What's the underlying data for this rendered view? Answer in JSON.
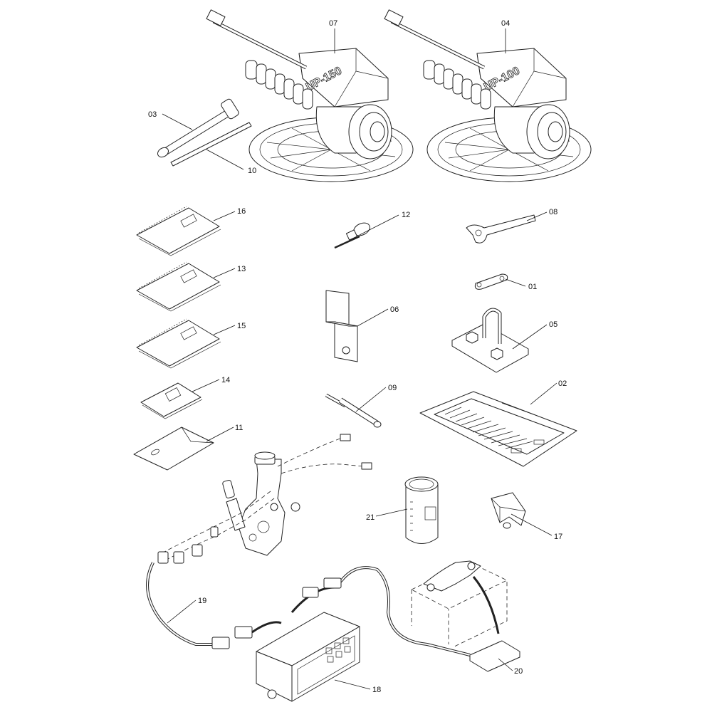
{
  "diagram": {
    "parts": [
      {
        "id": "p07",
        "number": "07",
        "brand_text": "UP-150"
      },
      {
        "id": "p04",
        "number": "04",
        "brand_text": "UP-100"
      },
      {
        "id": "p03",
        "number": "03"
      },
      {
        "id": "p10",
        "number": "10"
      },
      {
        "id": "p16",
        "number": "16"
      },
      {
        "id": "p12",
        "number": "12"
      },
      {
        "id": "p08",
        "number": "08"
      },
      {
        "id": "p13",
        "number": "13"
      },
      {
        "id": "p01",
        "number": "01"
      },
      {
        "id": "p06",
        "number": "06"
      },
      {
        "id": "p05",
        "number": "05"
      },
      {
        "id": "p15",
        "number": "15"
      },
      {
        "id": "p14",
        "number": "14"
      },
      {
        "id": "p09",
        "number": "09"
      },
      {
        "id": "p02",
        "number": "02"
      },
      {
        "id": "p11",
        "number": "11"
      },
      {
        "id": "p21",
        "number": "21"
      },
      {
        "id": "p17",
        "number": "17"
      },
      {
        "id": "p19",
        "number": "19"
      },
      {
        "id": "p20",
        "number": "20"
      },
      {
        "id": "p18",
        "number": "18"
      }
    ]
  }
}
